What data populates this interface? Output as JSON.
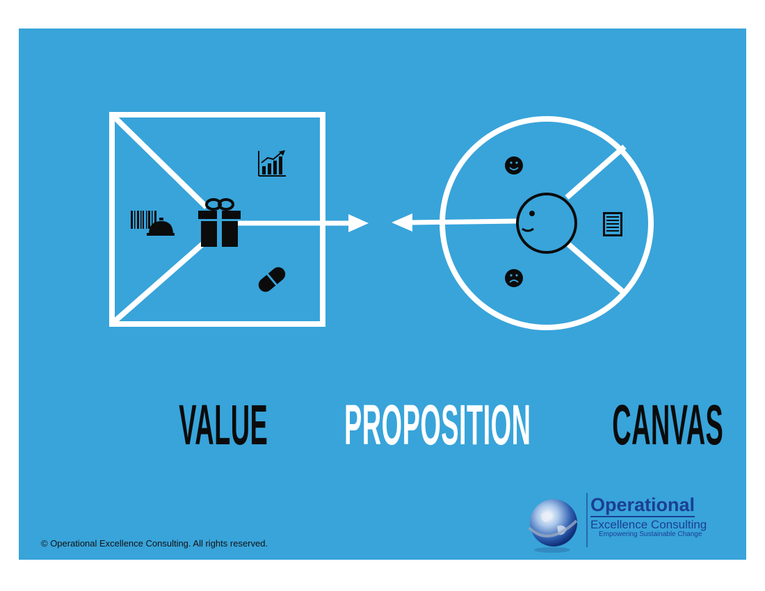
{
  "title": {
    "word1": "VALUE",
    "word2": "PROPOSITION",
    "word3": "CANVAS"
  },
  "footer": {
    "copyright": "© Operational Excellence Consulting.  All rights reserved."
  },
  "logo": {
    "name": "Operational",
    "subname": "Excellence Consulting",
    "tagline": "Empowering Sustainable Change"
  },
  "colors": {
    "background": "#38a4da",
    "title_dark": "#0b0b0b",
    "title_light": "#ffffff",
    "logo_blue": "#1b3f93"
  },
  "icons": [
    "gift-icon",
    "growth-chart-icon",
    "barcode-service-bell-icon",
    "pill-icon",
    "smiley-icon",
    "frown-icon",
    "customer-face-icon",
    "checklist-icon",
    "arrow-right-icon",
    "arrow-left-icon",
    "globe-icon"
  ]
}
